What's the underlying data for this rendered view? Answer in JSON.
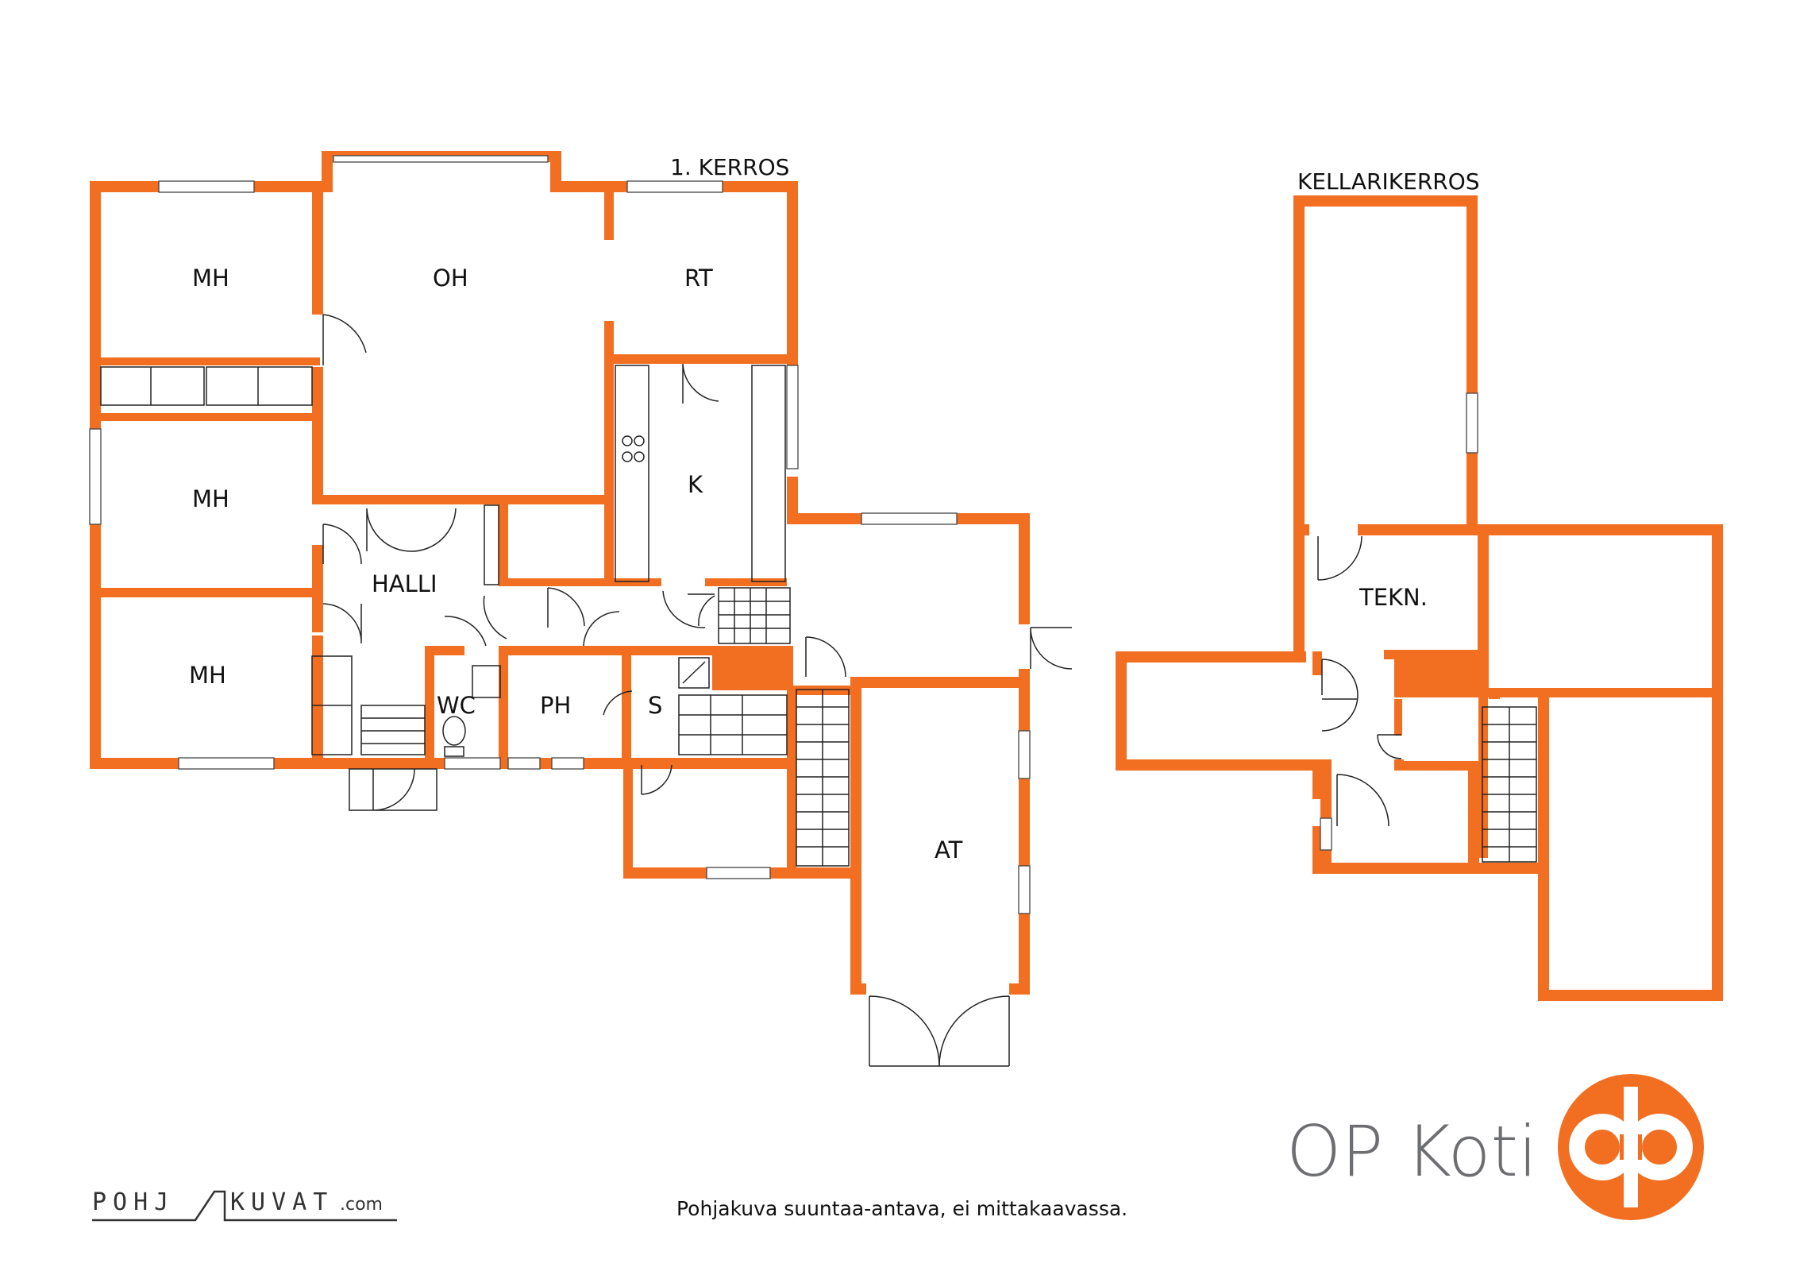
{
  "colors": {
    "wall": "#f26f21",
    "brand_text": "#6d6e71",
    "line": "#222222"
  },
  "floors": {
    "first": {
      "title": "1. KERROS"
    },
    "basement": {
      "title": "KELLARIKERROS"
    }
  },
  "rooms": {
    "mh1": "MH",
    "oh": "OH",
    "rt": "RT",
    "mh2": "MH",
    "k": "K",
    "halli": "HALLI",
    "mh3": "MH",
    "wc": "WC",
    "ph": "PH",
    "s": "S",
    "at": "AT",
    "tekn": "TEKN."
  },
  "footer": {
    "disclaimer": "Pohjakuva suuntaa-antava, ei mittakaavassa.",
    "brand_name": "OP Koti",
    "brand_logo": "op-logo-icon",
    "watermark_left": "POHJ",
    "watermark_right": "KUVAT",
    "watermark_suffix": ".com"
  }
}
